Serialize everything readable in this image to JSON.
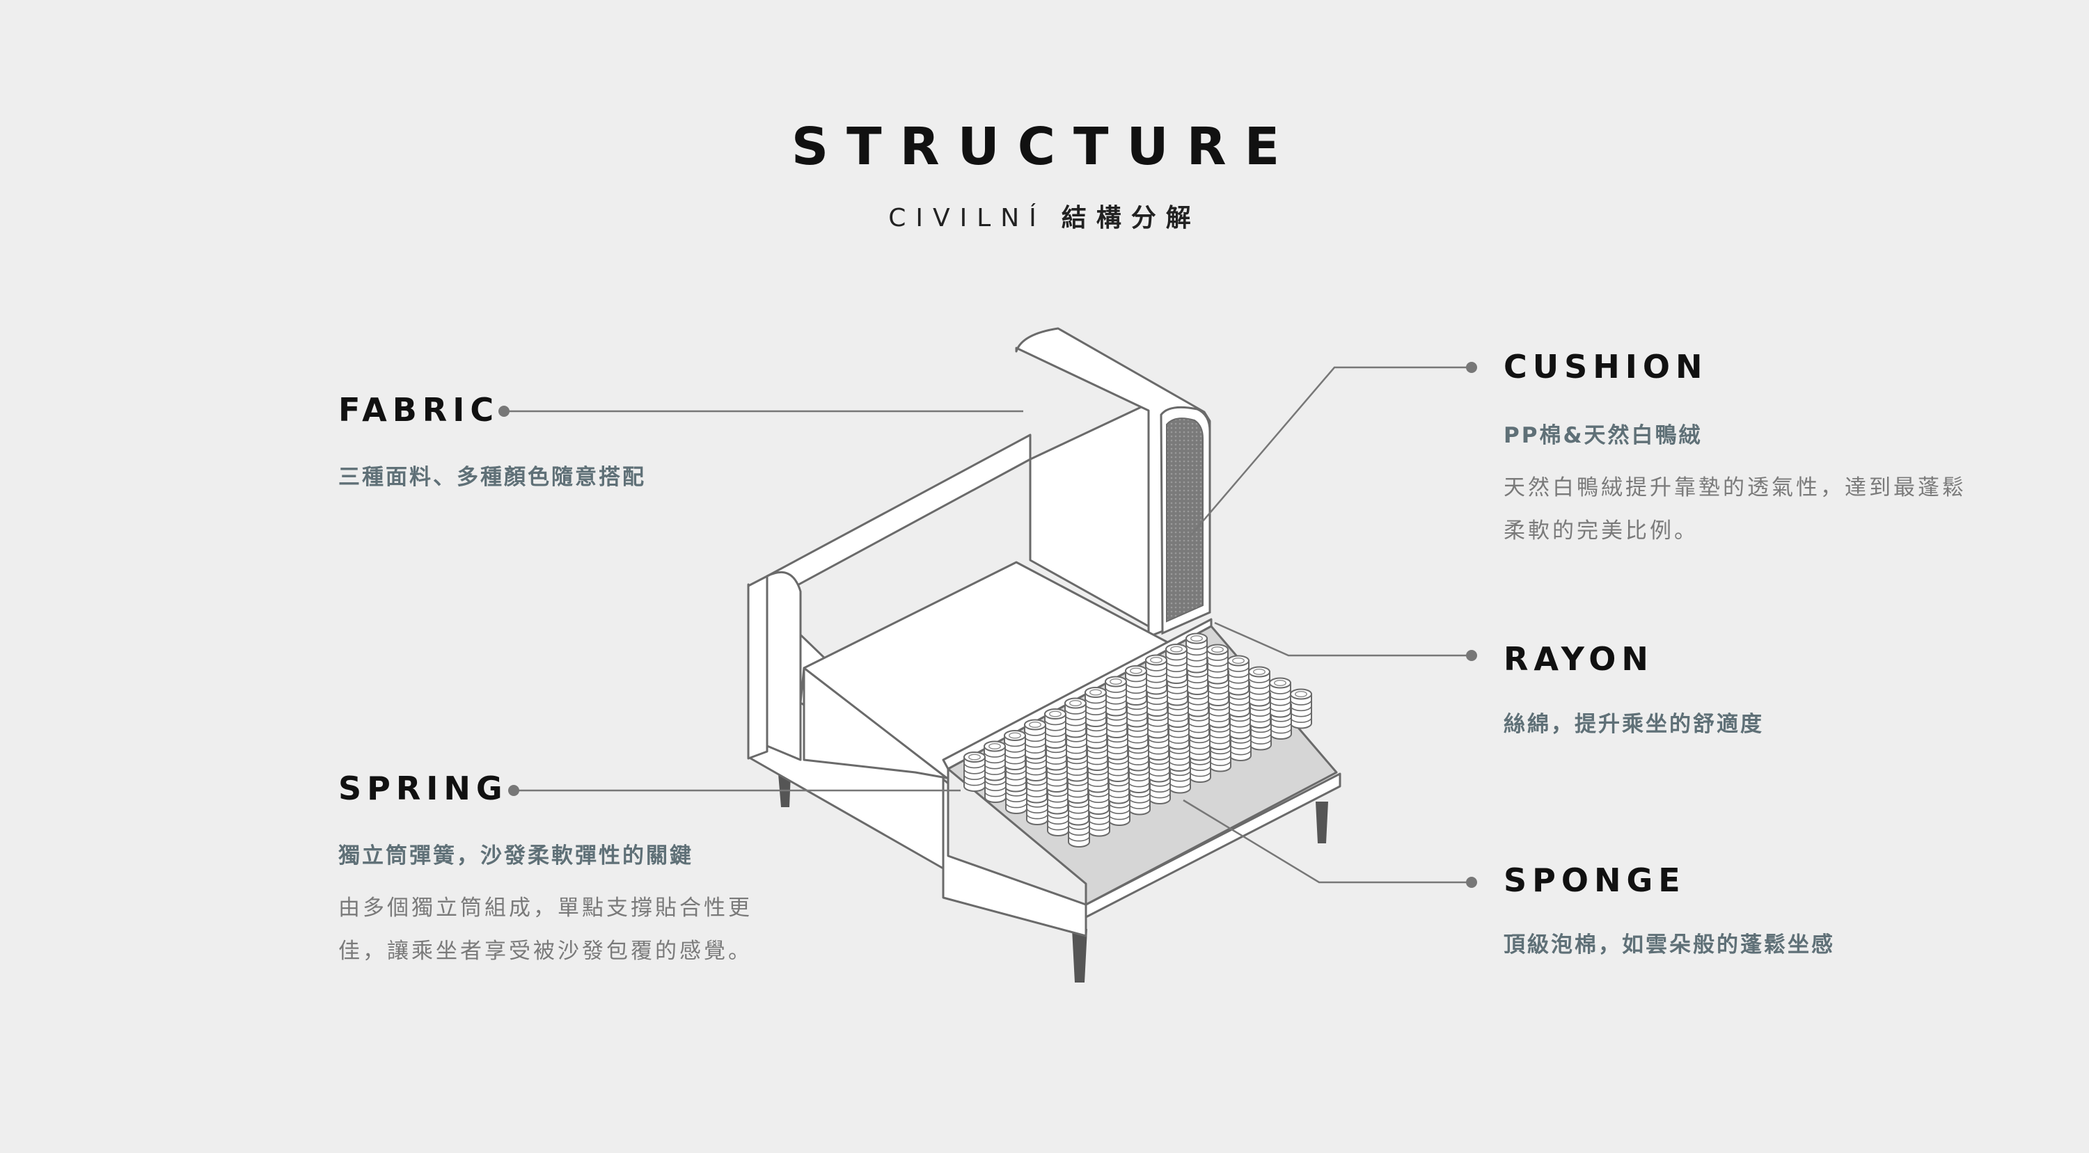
{
  "header": {
    "title": "STRUCTURE",
    "subtitle_brand": "CIVILNÍ",
    "subtitle_cn": "結構分解"
  },
  "callouts": {
    "fabric": {
      "label": "FABRIC",
      "sub": "三種面料、多種顏色隨意搭配"
    },
    "spring": {
      "label": "SPRING",
      "sub": "獨立筒彈簧，沙發柔軟彈性的關鍵",
      "desc_line1": "由多個獨立筒組成，單點支撐貼合性更",
      "desc_line2": "佳，讓乘坐者享受被沙發包覆的感覺。"
    },
    "cushion": {
      "label": "CUSHION",
      "sub": "PP棉&天然白鴨絨",
      "desc_line1": "天然白鴨絨提升靠墊的透氣性，達到最蓬鬆",
      "desc_line2": "柔軟的完美比例。"
    },
    "rayon": {
      "label": "RAYON",
      "sub": "絲綿，提升乘坐的舒適度"
    },
    "sponge": {
      "label": "SPONGE",
      "sub": "頂級泡棉，如雲朵般的蓬鬆坐感"
    }
  },
  "colors": {
    "background": "#eeeeee",
    "title": "#111111",
    "sub_accent": "#5f7077",
    "desc": "#7a7a7a",
    "leader": "#777777",
    "sofa_fill": "#ffffff",
    "sofa_stroke": "#6a6a6a",
    "legs": "#555555",
    "sponge_fill": "#d6d6d6",
    "cushion_fill": "#777777"
  },
  "spring_grid": {
    "rows": 6,
    "cols": 12
  }
}
